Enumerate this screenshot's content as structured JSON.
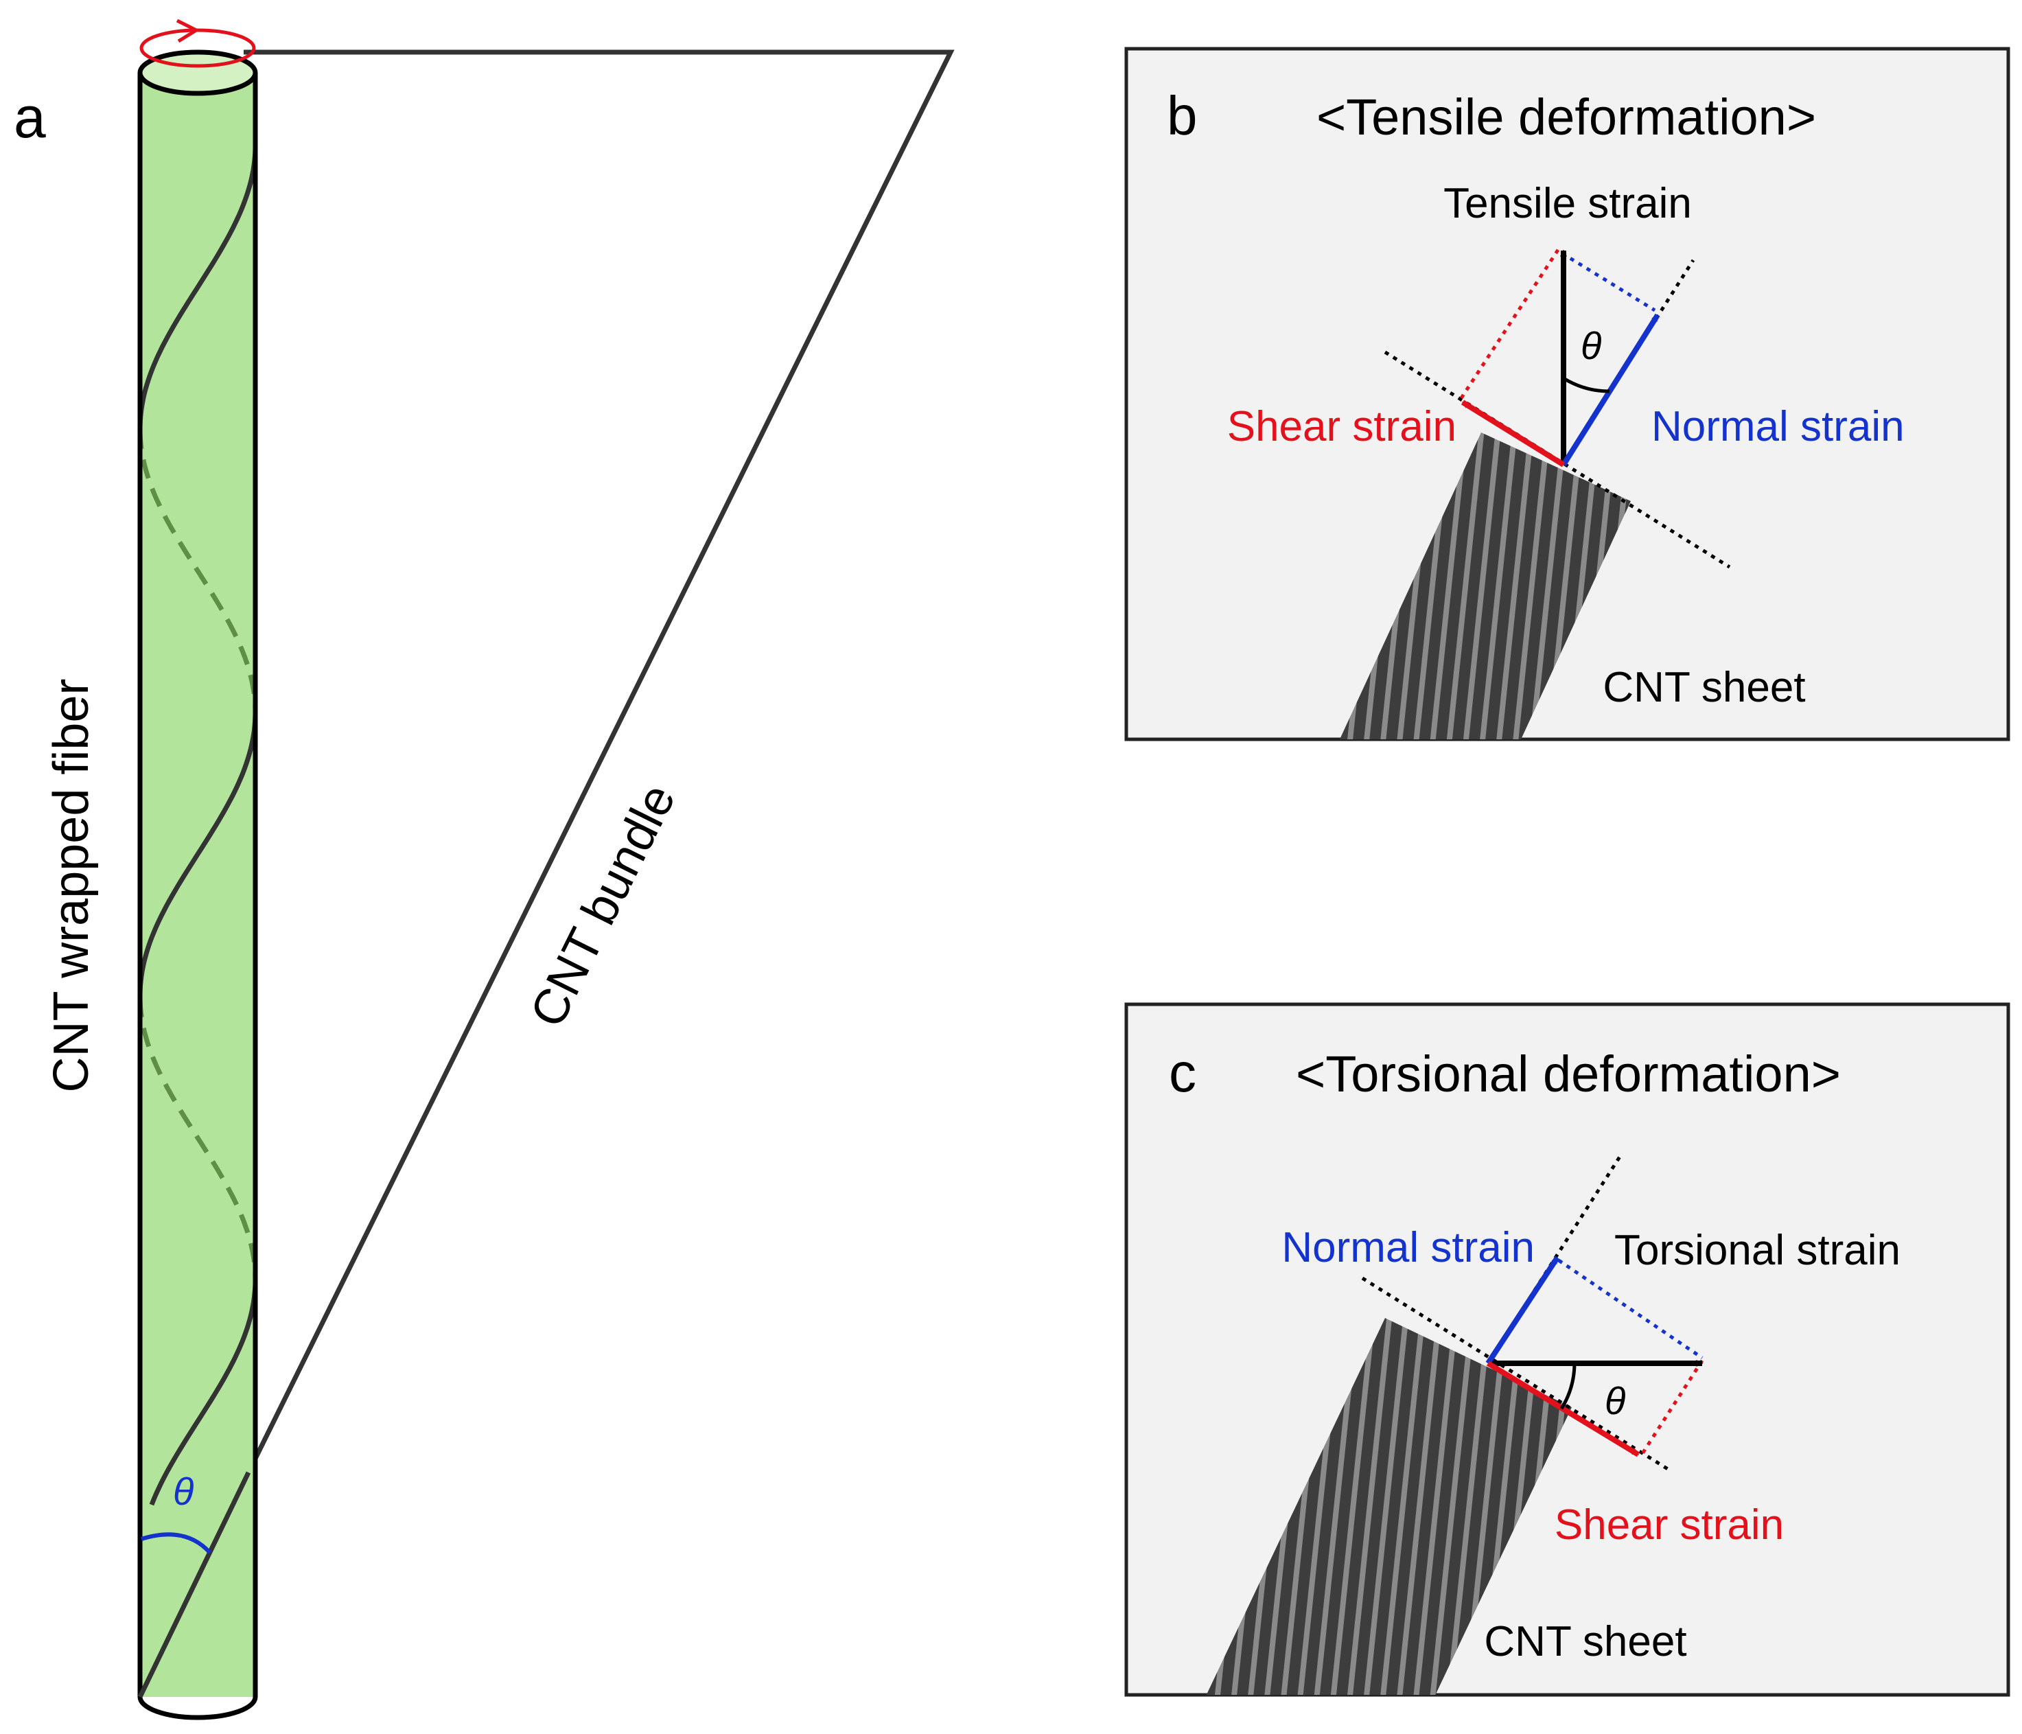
{
  "panel_a": {
    "label": "a",
    "fiber_label": "CNT wrapped fiber",
    "bundle_label": "CNT bundle",
    "angle_symbol": "θ"
  },
  "panel_b": {
    "label": "b",
    "title": "<Tensile deformation>",
    "applied_strain": "Tensile strain",
    "shear_strain": "Shear strain",
    "normal_strain": "Normal strain",
    "angle_symbol": "θ",
    "sheet_label": "CNT sheet"
  },
  "panel_c": {
    "label": "c",
    "title": "<Torsional deformation>",
    "applied_strain": "Torsional strain",
    "normal_strain": "Normal strain",
    "shear_strain": "Shear strain",
    "angle_symbol": "θ",
    "sheet_label": "CNT sheet"
  },
  "colors": {
    "fiber_fill": "#b2e59b",
    "fiber_top": "#d4f1c3",
    "helix_hidden": "#5e8f45",
    "panel_bg": "#f2f2f2",
    "sheet_dark": "#3d3d3d",
    "sheet_light": "#8a8a8a",
    "shear": "#e3111b",
    "normal": "#1433cc",
    "angle_a": "#1433cc",
    "line": "#333333"
  }
}
